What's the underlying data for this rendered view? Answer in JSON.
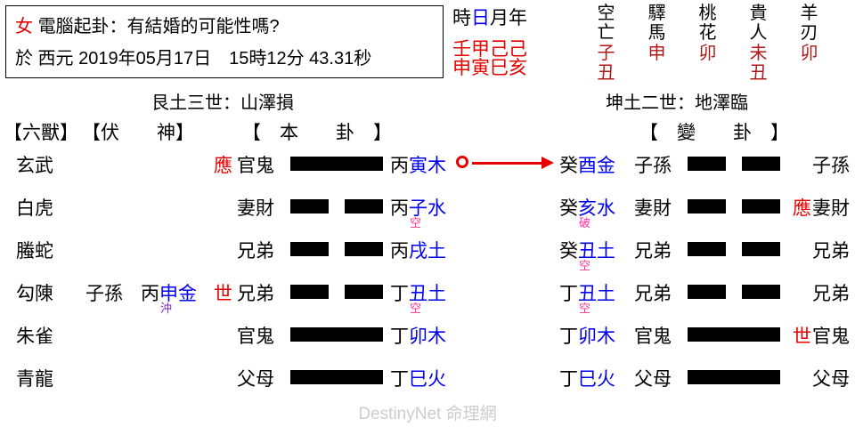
{
  "query": {
    "gender": "女",
    "line1_rest": "電腦起卦：有結婚的可能性嗎?",
    "line2_prefix": "於 西元",
    "datetime": "2019年05月17日　15時12分 43.31秒"
  },
  "pillars": {
    "head_hour": "時",
    "head_day": "日",
    "head_month": "月",
    "head_year": "年",
    "stems": "壬甲己己",
    "branches": "申寅巳亥"
  },
  "shensha": [
    {
      "c1": "空",
      "c2": "亡",
      "v1": "子",
      "v2": "丑"
    },
    {
      "c1": "驛",
      "c2": "馬",
      "v1": "申",
      "v2": ""
    },
    {
      "c1": "桃",
      "c2": "花",
      "v1": "卯",
      "v2": ""
    },
    {
      "c1": "貴",
      "c2": "人",
      "v1": "未",
      "v2": "丑"
    },
    {
      "c1": "羊",
      "c2": "刃",
      "v1": "卯",
      "v2": ""
    }
  ],
  "gua_names": {
    "original": "艮土三世：山澤損",
    "changed": "坤土二世：地澤臨"
  },
  "headers": {
    "beast": "【六獸】",
    "hidden": "【伏　　神】",
    "original": "【　本　　卦　】",
    "changed": "【　變　　卦　】"
  },
  "rows": [
    {
      "beast": "玄武",
      "hidden_god": "",
      "hidden_gz_stem": "",
      "hidden_gz_branch": "",
      "hidden_mark": "",
      "shi_ying_left": "應",
      "god_left": "官鬼",
      "line_left": "yang",
      "gz_left_stem": "丙",
      "gz_left_branch": "寅木",
      "mark_left": "",
      "changing": true,
      "gz_right_stem": "癸",
      "gz_right_branch": "酉金",
      "mark_right": "",
      "god_right": "子孫",
      "line_right": "yin",
      "shi_ying_right": "",
      "god_right2": "子孫"
    },
    {
      "beast": "白虎",
      "hidden_god": "",
      "hidden_gz_stem": "",
      "hidden_gz_branch": "",
      "hidden_mark": "",
      "shi_ying_left": "",
      "god_left": "妻財",
      "line_left": "yin",
      "gz_left_stem": "丙",
      "gz_left_branch": "子水",
      "mark_left": "空",
      "changing": false,
      "gz_right_stem": "癸",
      "gz_right_branch": "亥水",
      "mark_right": "破",
      "god_right": "妻財",
      "line_right": "yin",
      "shi_ying_right": "應",
      "god_right2": "妻財"
    },
    {
      "beast": "螣蛇",
      "hidden_god": "",
      "hidden_gz_stem": "",
      "hidden_gz_branch": "",
      "hidden_mark": "",
      "shi_ying_left": "",
      "god_left": "兄弟",
      "line_left": "yin",
      "gz_left_stem": "丙",
      "gz_left_branch": "戌土",
      "mark_left": "",
      "changing": false,
      "gz_right_stem": "癸",
      "gz_right_branch": "丑土",
      "mark_right": "空",
      "god_right": "兄弟",
      "line_right": "yin",
      "shi_ying_right": "",
      "god_right2": "兄弟"
    },
    {
      "beast": "勾陳",
      "hidden_god": "子孫",
      "hidden_gz_stem": "丙",
      "hidden_gz_branch": "申金",
      "hidden_mark": "沖",
      "shi_ying_left": "世",
      "god_left": "兄弟",
      "line_left": "yin",
      "gz_left_stem": "丁",
      "gz_left_branch": "丑土",
      "mark_left": "空",
      "changing": false,
      "gz_right_stem": "丁",
      "gz_right_branch": "丑土",
      "mark_right": "空",
      "god_right": "兄弟",
      "line_right": "yin",
      "shi_ying_right": "",
      "god_right2": "兄弟"
    },
    {
      "beast": "朱雀",
      "hidden_god": "",
      "hidden_gz_stem": "",
      "hidden_gz_branch": "",
      "hidden_mark": "",
      "shi_ying_left": "",
      "god_left": "官鬼",
      "line_left": "yang",
      "gz_left_stem": "丁",
      "gz_left_branch": "卯木",
      "mark_left": "",
      "changing": false,
      "gz_right_stem": "丁",
      "gz_right_branch": "卯木",
      "mark_right": "",
      "god_right": "官鬼",
      "line_right": "yang",
      "shi_ying_right": "世",
      "god_right2": "官鬼"
    },
    {
      "beast": "青龍",
      "hidden_god": "",
      "hidden_gz_stem": "",
      "hidden_gz_branch": "",
      "hidden_mark": "",
      "shi_ying_left": "",
      "god_left": "父母",
      "line_left": "yang",
      "gz_left_stem": "丁",
      "gz_left_branch": "巳火",
      "mark_left": "",
      "changing": false,
      "gz_right_stem": "丁",
      "gz_right_branch": "巳火",
      "mark_right": "",
      "god_right": "父母",
      "line_right": "yang",
      "shi_ying_right": "",
      "god_right2": "父母"
    }
  ],
  "watermark": "DestinyNet 命理網",
  "colors": {
    "red": "#e60000",
    "blue": "#0000ee",
    "pink": "#ff3399",
    "purple": "#7b29b8",
    "dark_red": "#b01818"
  }
}
